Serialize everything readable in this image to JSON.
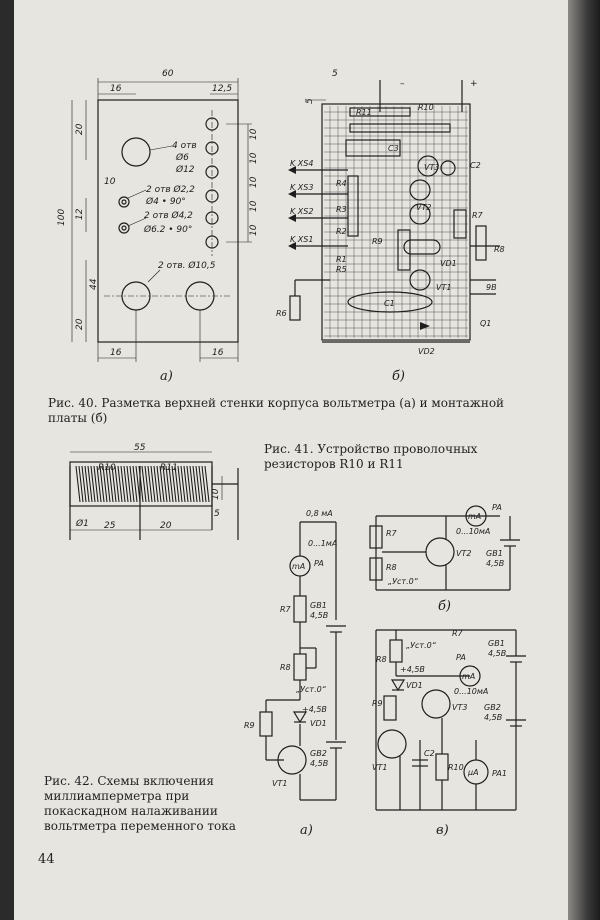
{
  "fig40": {
    "caption": "Рис. 40. Разметка верхней стенки корпуса вольтметра (а) и монтажной платы (б)",
    "a": {
      "label": "а)",
      "dims": {
        "width": "60",
        "left": "16",
        "right_top": "12,5",
        "height": "100",
        "d20_top": "20",
        "d10": "10",
        "d12": "12",
        "d44": "44",
        "d20_bottom": "20",
        "bottom_left": "16",
        "bottom_right": "16",
        "right_col": [
          "10",
          "10",
          "10",
          "10",
          "10"
        ]
      },
      "holes": {
        "h1a": "4 отв",
        "h1b": "Ø6",
        "h1c": "Ø12",
        "h2a": "2 отв Ø2,2",
        "h2b": "Ø4 • 90°",
        "h3a": "2 отв Ø4,2",
        "h3b": "Ø6.2 • 90°",
        "h4": "2 отв. Ø10,5"
      }
    },
    "b": {
      "label": "б)",
      "dim5a": "5",
      "dim5b": "5",
      "parts": [
        "R11",
        "R10",
        "C3",
        "VT3",
        "C2",
        "R4",
        "R3",
        "R2",
        "R1",
        "R5",
        "R9",
        "VT2",
        "R7",
        "R8",
        "VD1",
        "VT1",
        "C1",
        "R6",
        "Q1",
        "VD2"
      ],
      "connectors": [
        "K XS4",
        "K XS3",
        "K XS2",
        "K XS1"
      ],
      "volt": "9В",
      "plus": "+",
      "minus": "–"
    }
  },
  "fig41": {
    "caption": "Рис. 41. Устройство проволочных резисторов R10 и R11",
    "dims": {
      "len": "55",
      "r10": "R10",
      "r11": "R11",
      "d1": "Ø1",
      "a": "25",
      "b": "20",
      "c": "5",
      "h": "10"
    }
  },
  "fig42": {
    "caption": "Рис. 42. Схемы включения миллиамперметра при покаскадном налаживании вольтметра переменного тока",
    "a": {
      "label": "а)",
      "t1": "0,8 мА",
      "t2": "0...1мА",
      "pa": "PA",
      "ma": "mA",
      "r7": "R7",
      "gb1": "GB1",
      "v1": "4,5В",
      "r8": "R8",
      "ust": "„Уст.0“",
      "r9": "R9",
      "v2": "+4,5В",
      "vd1": "VD1",
      "gb2": "GB2",
      "v3": "4,5В",
      "vt1": "VT1"
    },
    "b": {
      "label": "б)",
      "pa": "PA",
      "ma": "mA",
      "range": "0...10мА",
      "r7": "R7",
      "r8": "R8",
      "vt2": "VT2",
      "gb1": "GB1",
      "v": "4,5В",
      "ust": "„Уст.0“"
    },
    "c": {
      "label": "в)",
      "ust": "„Уст.0“",
      "r7": "R7",
      "gb1": "GB1",
      "v1": "4,5В",
      "r8": "R8",
      "pa": "PA",
      "ma": "mA",
      "v2": "+4,5В",
      "vd1": "VD1",
      "range": "0...10мА",
      "r9": "R9",
      "vt3": "VT3",
      "gb2": "GB2",
      "v3": "4,5В",
      "vt1": "VT1",
      "c2": "C2",
      "r10": "R10",
      "ua": "μA",
      "pa1": "PA1"
    }
  },
  "page_number": "44"
}
